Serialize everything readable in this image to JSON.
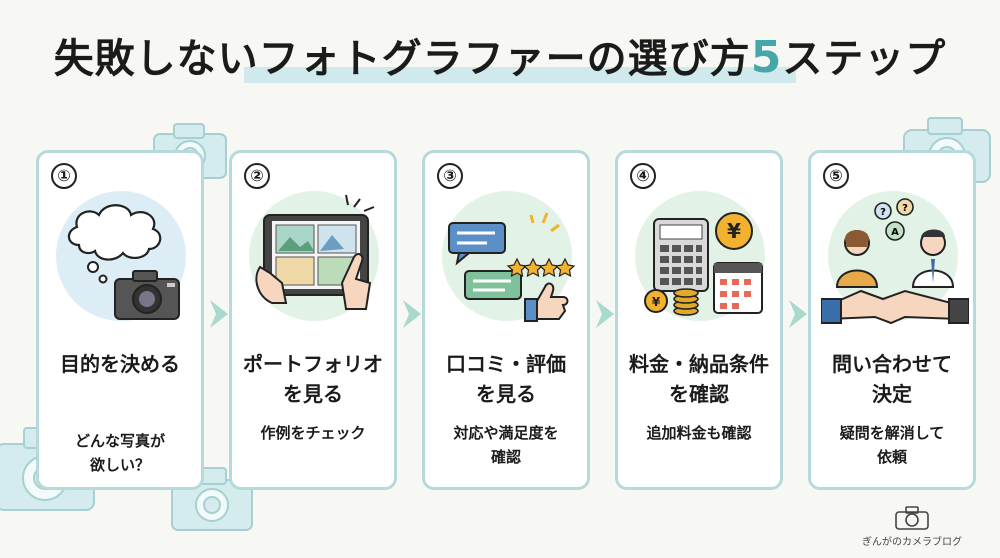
{
  "title": {
    "main": "失敗しないフォトグラファーの選び方",
    "number": "5",
    "suffix": "ステップ"
  },
  "steps": [
    {
      "number": "①",
      "heading_line1": "目的を決める",
      "heading_line2": "",
      "desc_line1": "どんな写真が",
      "desc_line2": "欲しい？",
      "illustration": "thought-bubble-camera-icon",
      "circle_color": "#dcedf5"
    },
    {
      "number": "②",
      "heading_line1": "ポートフォリオ",
      "heading_line2": "を見る",
      "desc_line1": "作例をチェック",
      "desc_line2": "",
      "illustration": "tablet-gallery-icon",
      "circle_color": "#e3f2e6"
    },
    {
      "number": "③",
      "heading_line1": "口コミ・評価",
      "heading_line2": "を見る",
      "desc_line1": "対応や満足度を",
      "desc_line2": "確認",
      "illustration": "reviews-thumbs-up-icon",
      "circle_color": "#e3f2e6"
    },
    {
      "number": "④",
      "heading_line1": "料金・納品条件",
      "heading_line2": "を確認",
      "desc_line1": "追加料金も確認",
      "desc_line2": "",
      "illustration": "calculator-yen-calendar-icon",
      "circle_color": "#e3f2e6"
    },
    {
      "number": "⑤",
      "heading_line1": "問い合わせて",
      "heading_line2": "決定",
      "desc_line1": "疑問を解消して",
      "desc_line2": "依頼",
      "illustration": "handshake-consultation-icon",
      "circle_color": "#e3f2e6"
    }
  ],
  "logo": {
    "text": "ぎんがのカメラブログ"
  },
  "colors": {
    "accent": "#45a7aa",
    "card_border": "#b6dadb",
    "arrow": "#a9d8cf"
  }
}
